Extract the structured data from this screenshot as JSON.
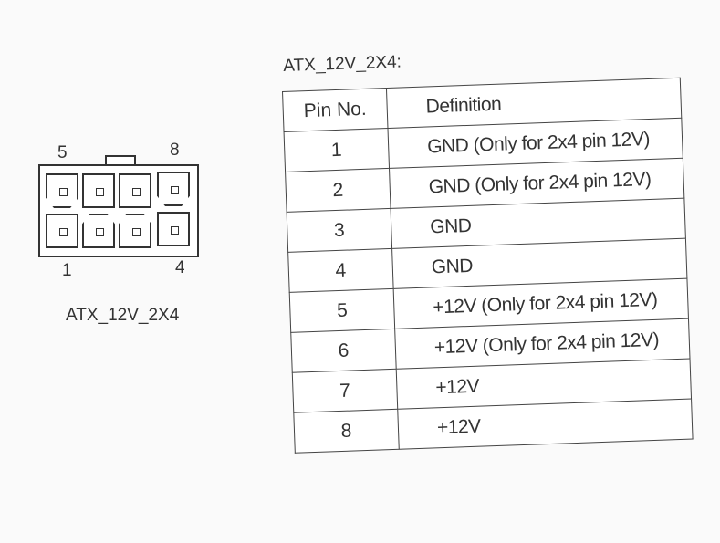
{
  "connector": {
    "label": "ATX_12V_2X4",
    "pin_labels": {
      "top_left": "5",
      "top_right": "8",
      "bottom_left": "1",
      "bottom_right": "4"
    }
  },
  "table": {
    "title": "ATX_12V_2X4:",
    "headers": [
      "Pin No.",
      "Definition"
    ],
    "rows": [
      {
        "pin": "1",
        "definition": "GND (Only for 2x4 pin 12V)"
      },
      {
        "pin": "2",
        "definition": "GND (Only for 2x4 pin 12V)"
      },
      {
        "pin": "3",
        "definition": "GND"
      },
      {
        "pin": "4",
        "definition": "GND"
      },
      {
        "pin": "5",
        "definition": "+12V (Only for 2x4 pin 12V)"
      },
      {
        "pin": "6",
        "definition": "+12V (Only for 2x4 pin 12V)"
      },
      {
        "pin": "7",
        "definition": "+12V"
      },
      {
        "pin": "8",
        "definition": "+12V"
      }
    ]
  }
}
